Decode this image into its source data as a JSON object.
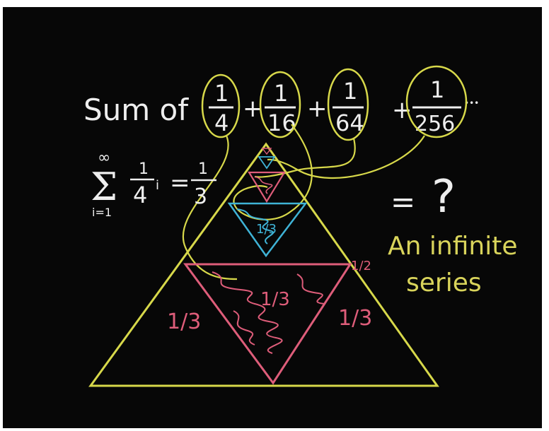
{
  "heading": {
    "sum_of": "Sum of",
    "plus": "+",
    "fractions": [
      {
        "numerator": "1",
        "denominator": "4"
      },
      {
        "numerator": "1",
        "denominator": "16"
      },
      {
        "numerator": "1",
        "denominator": "64"
      },
      {
        "numerator": "1",
        "denominator": "256"
      }
    ],
    "ellipsis": "•••"
  },
  "formula": {
    "sigma": "Σ",
    "upper": "∞",
    "lower": "i=1",
    "term_num": "1",
    "term_den": "4",
    "exponent": "i",
    "equals": "=",
    "result_num": "1",
    "result_den": "3"
  },
  "question": {
    "equals": "=",
    "mark": "?"
  },
  "caption": {
    "line1": "An infinite",
    "line2": "series"
  },
  "triangle_labels": {
    "left": "1/3",
    "right": "1/3",
    "center": "1/3",
    "small_center": "1/3",
    "corner": "1/2"
  },
  "colors": {
    "board": "#070707",
    "chalk_white": "#eeeeee",
    "chalk_yellow": "#d7d84a",
    "chalk_pink": "#de5d7a",
    "chalk_cyan": "#3fb3d6",
    "caption_yellow": "#d9d45b"
  }
}
